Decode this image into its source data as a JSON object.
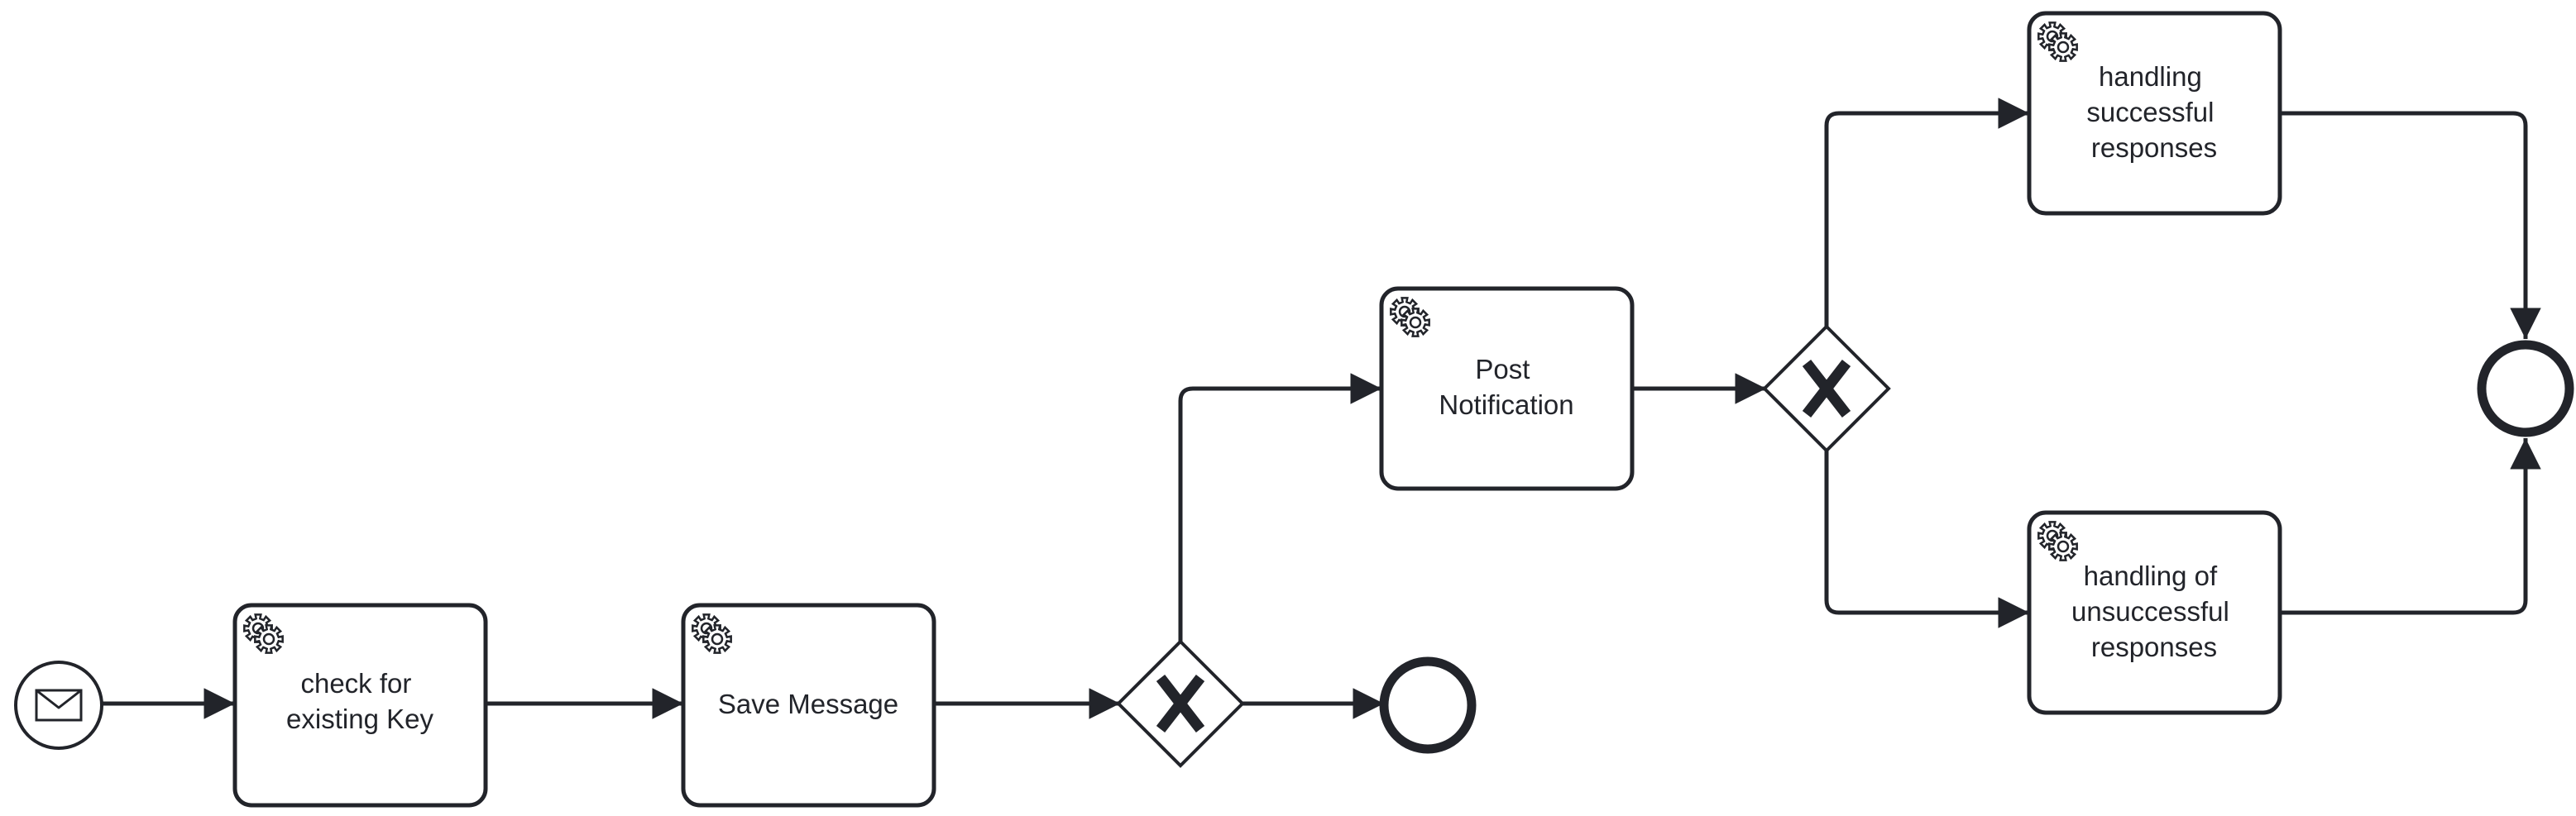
{
  "diagram": {
    "tasks": [
      {
        "id": "task-check-key",
        "lines": [
          "check for",
          "existing Key"
        ],
        "icon": "service-gear-icon"
      },
      {
        "id": "task-save-message",
        "lines": [
          "Save Message"
        ],
        "icon": "service-gear-icon"
      },
      {
        "id": "task-post-notification",
        "lines": [
          "Post",
          "Notification"
        ],
        "icon": "service-gear-icon"
      },
      {
        "id": "task-success",
        "lines": [
          "handling",
          "successful",
          "responses"
        ],
        "icon": "service-gear-icon"
      },
      {
        "id": "task-failure",
        "lines": [
          "handling of",
          "unsuccessful",
          "responses"
        ],
        "icon": "service-gear-icon"
      }
    ],
    "gateways": [
      {
        "id": "gateway-1",
        "type": "exclusive",
        "marker": "X"
      },
      {
        "id": "gateway-2",
        "type": "exclusive",
        "marker": "X"
      }
    ],
    "events": [
      {
        "id": "start-event",
        "type": "message-start",
        "icon": "envelope-icon"
      },
      {
        "id": "end-event-1",
        "type": "end"
      },
      {
        "id": "end-event-2",
        "type": "end"
      }
    ],
    "flows": [
      {
        "from": "start-event",
        "to": "task-check-key"
      },
      {
        "from": "task-check-key",
        "to": "task-save-message"
      },
      {
        "from": "task-save-message",
        "to": "gateway-1"
      },
      {
        "from": "gateway-1",
        "to": "task-post-notification"
      },
      {
        "from": "gateway-1",
        "to": "end-event-1"
      },
      {
        "from": "task-post-notification",
        "to": "gateway-2"
      },
      {
        "from": "gateway-2",
        "to": "task-success"
      },
      {
        "from": "gateway-2",
        "to": "task-failure"
      },
      {
        "from": "task-success",
        "to": "end-event-2"
      },
      {
        "from": "task-failure",
        "to": "end-event-2"
      }
    ],
    "colors": {
      "stroke": "#22242a",
      "fill": "#ffffff"
    }
  }
}
